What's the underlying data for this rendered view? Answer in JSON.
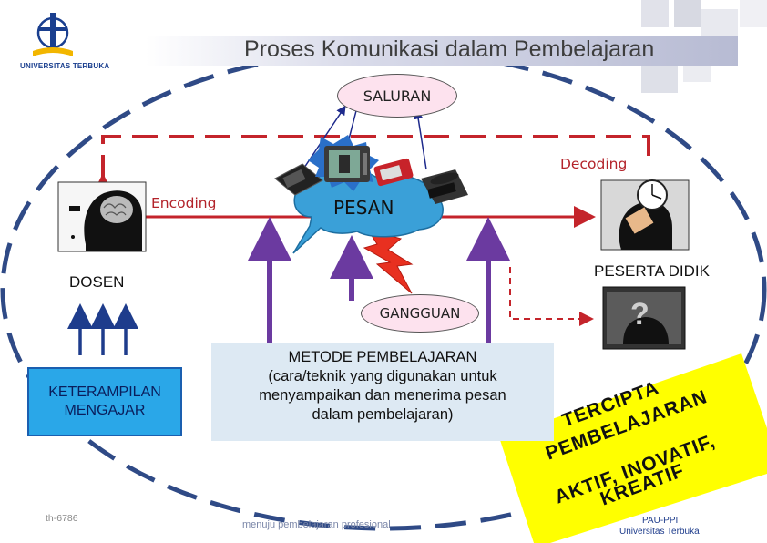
{
  "header": {
    "title": "Proses Komunikasi dalam Pembelajaran",
    "logo_text": "UNIVERSITAS TERBUKA"
  },
  "diagram": {
    "saluran": "SALURAN",
    "pesan": "PESAN",
    "gangguan": "GANGGUAN",
    "encoding": "Encoding",
    "decoding": "Decoding",
    "dosen": "DOSEN",
    "peserta_didik": "PESERTA DIDIK",
    "keterampilan": [
      "KETERAMPILAN",
      "MENGAJAR"
    ],
    "metode": [
      "METODE PEMBELAJARAN",
      "(cara/teknik yang digunakan untuk",
      "menyampaikan dan menerima pesan",
      "dalam pembelajaran)"
    ],
    "slogan": [
      "TERCIPTA",
      "PEMBELAJARAN",
      "AKTIF, INOVATIF,",
      "KREATIF"
    ]
  },
  "footer": {
    "left": "th-6786",
    "center": "menuju pembelajaran profesional",
    "right": [
      "PAU-PPI",
      "Universitas Terbuka"
    ]
  },
  "colors": {
    "ellipse_dash": "#2f4a86",
    "red_line": "#c4242b",
    "purple_arrow": "#6b3aa0",
    "blue_arrow": "#1e3c8c",
    "slogan_bg": "#ffff00",
    "bubble": "#3aa0d8",
    "lightning": "#e83020"
  }
}
